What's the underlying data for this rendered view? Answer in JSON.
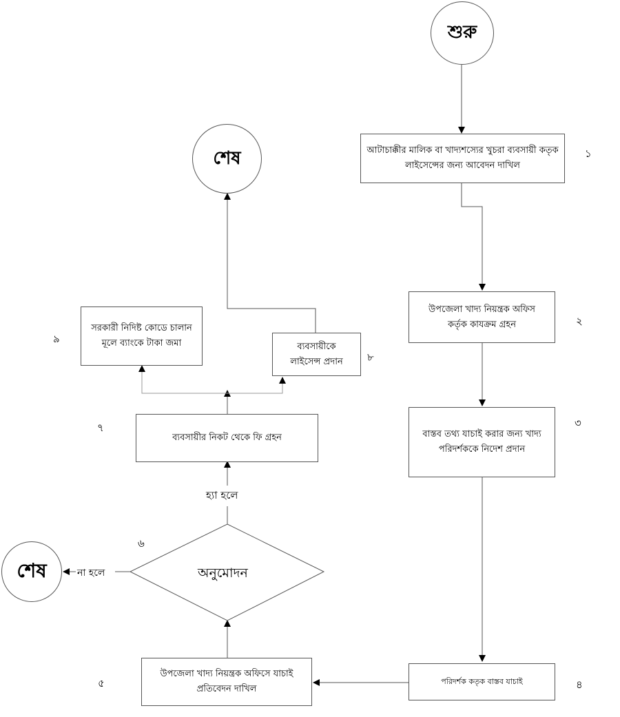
{
  "colors": {
    "line": "#555555",
    "text": "#000000",
    "background": "#ffffff"
  },
  "terminals": {
    "start": "শুরু",
    "end_top": "শেষ",
    "end_left": "শেষ"
  },
  "steps": [
    {
      "number": "১",
      "text": "আটাচাক্কীর মালিক বা খাদ্যশস্যের খুচরা ব্যবসায়ী কতৃক লাইসেন্সের জন্য আবেদন দাখিল"
    },
    {
      "number": "২",
      "text": "উপজেলা খাদ্য নিয়ন্ত্রক অফিস কর্তৃক কাযক্রম গ্রহন"
    },
    {
      "number": "৩",
      "text": "বাস্তব তথ্য যাচাই করার জন্য খাদ্য পরিদর্শককে নিদেশ প্রদান"
    },
    {
      "number": "৪",
      "text": "পরিদর্শক কতৃক বাস্তব যাচাই"
    },
    {
      "number": "৫",
      "text": "উপজেলা খাদ্য নিয়ন্ত্রক অফিসে যাচাই প্রতিবেদন দাখিল"
    },
    {
      "number": "৬",
      "text": "অনুমোদন"
    },
    {
      "number": "৭",
      "text": "ব্যবসায়ীর নিকট থেকে ফি গ্রহন"
    },
    {
      "number": "৮",
      "text": "ব্যবসায়ীকে লাইসেন্স প্রদান"
    },
    {
      "number": "৯",
      "text": "সরকারী নিদিষ্ট কোডে চালান মূলে ব্যাংকে টাকা জমা"
    }
  ],
  "branches": {
    "yes": "হ্যা হলে",
    "no": "না হলে"
  }
}
